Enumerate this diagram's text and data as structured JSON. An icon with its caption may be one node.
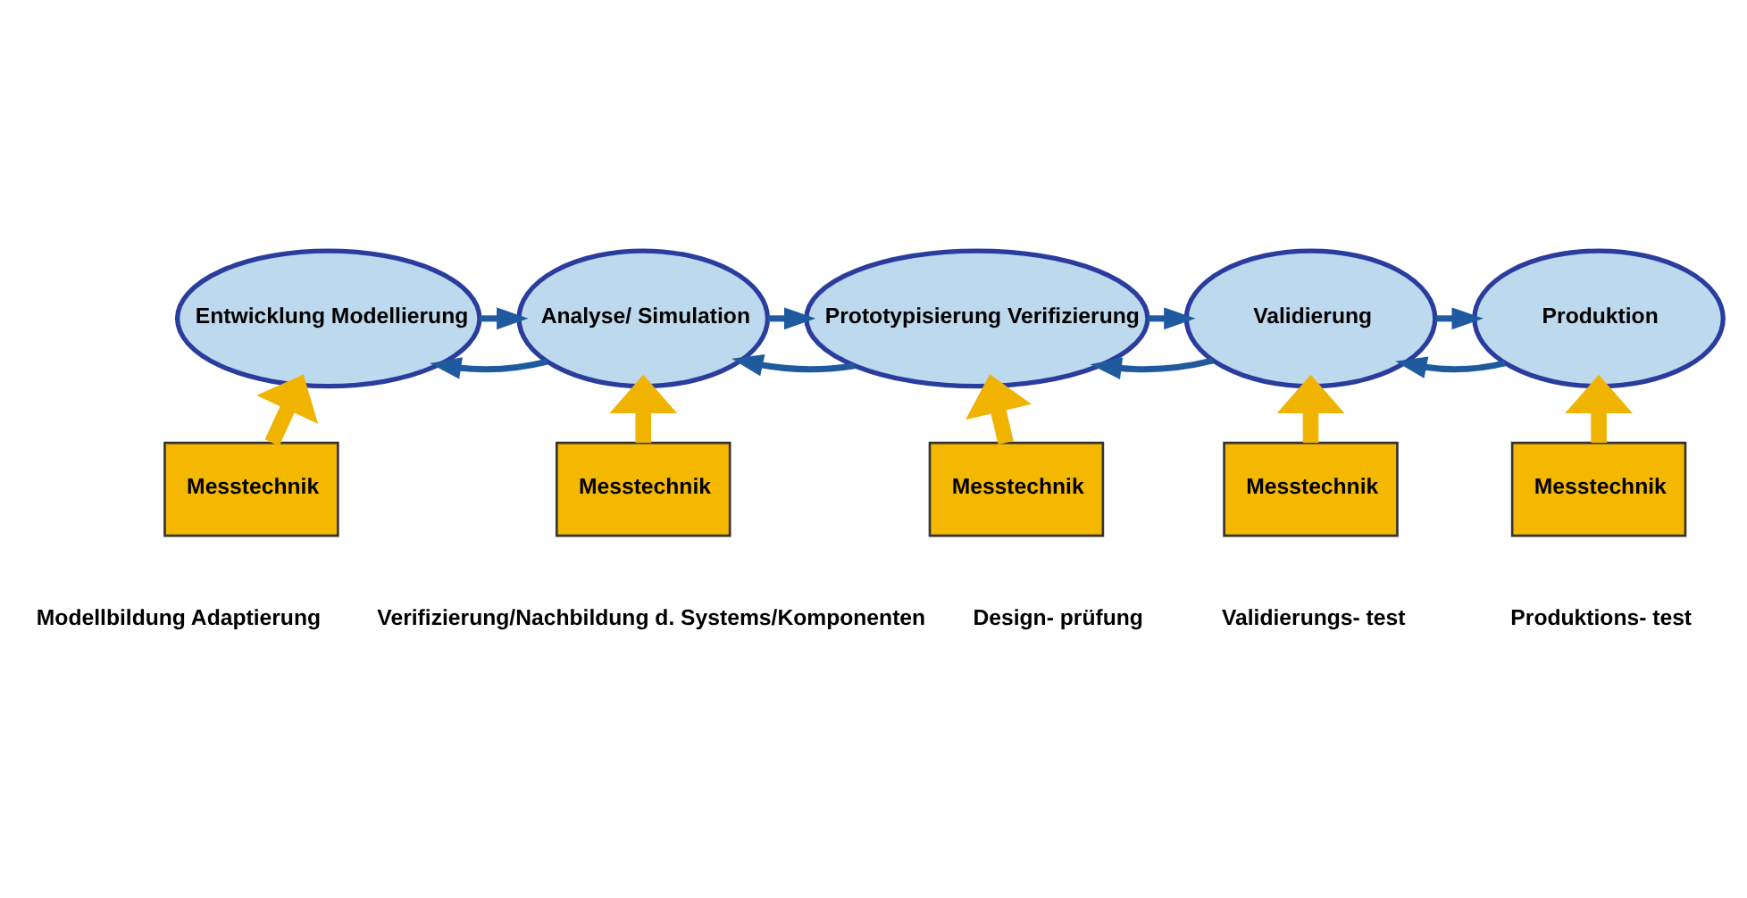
{
  "diagram": {
    "nodes": [
      {
        "text": [
          "Entwicklung Modellierung"
        ]
      },
      {
        "text": [
          "Analyse/ Simulation"
        ]
      },
      {
        "text": [
          "Prototypisierung Verifizierung"
        ]
      },
      {
        "text": [
          "Validierung"
        ]
      },
      {
        "text": [
          "Produktion"
        ]
      },
      {
        "text": [
          "Messtechnik"
        ],
        "beside": [
          "Modellbildung Adaptierung"
        ]
      },
      {
        "text": [
          "Messtechnik"
        ],
        "beside": [
          "Verifizierung/Nachbildung d. Systems/Komponenten"
        ]
      },
      {
        "text": [
          "Messtechnik"
        ],
        "beside": [
          "Design- prüfung"
        ]
      },
      {
        "text": [
          "Messtechnik"
        ],
        "beside": [
          "Validierungs- test"
        ]
      },
      {
        "text": [
          "Messtechnik"
        ],
        "beside": [
          "Produktions- test"
        ]
      }
    ],
    "edges": [
      {
        "from": 0,
        "to": 1,
        "arrow": "to"
      },
      {
        "from": 1,
        "to": 2,
        "arrow": "to"
      },
      {
        "from": 2,
        "to": 3,
        "arrow": "to"
      },
      {
        "from": 3,
        "to": 4,
        "arrow": "to"
      },
      {
        "from": 1,
        "to": 0,
        "arrow": "to"
      },
      {
        "from": 2,
        "to": 1,
        "arrow": "to"
      },
      {
        "from": 3,
        "to": 2,
        "arrow": "to"
      },
      {
        "from": 4,
        "to": 3,
        "arrow": "to"
      },
      {
        "from": 5,
        "to": 0,
        "arrow": "to",
        "style": "thick",
        "color": "#f0b400"
      },
      {
        "from": 6,
        "to": 1,
        "arrow": "to",
        "style": "thick",
        "color": "#f0b400"
      },
      {
        "from": 7,
        "to": 2,
        "arrow": "to",
        "style": "thick",
        "color": "#f0b400"
      },
      {
        "from": 8,
        "to": 3,
        "arrow": "to",
        "style": "thick",
        "color": "#f0b400"
      },
      {
        "from": 9,
        "to": 4,
        "arrow": "to",
        "style": "thick",
        "color": "#f0b400"
      }
    ]
  }
}
